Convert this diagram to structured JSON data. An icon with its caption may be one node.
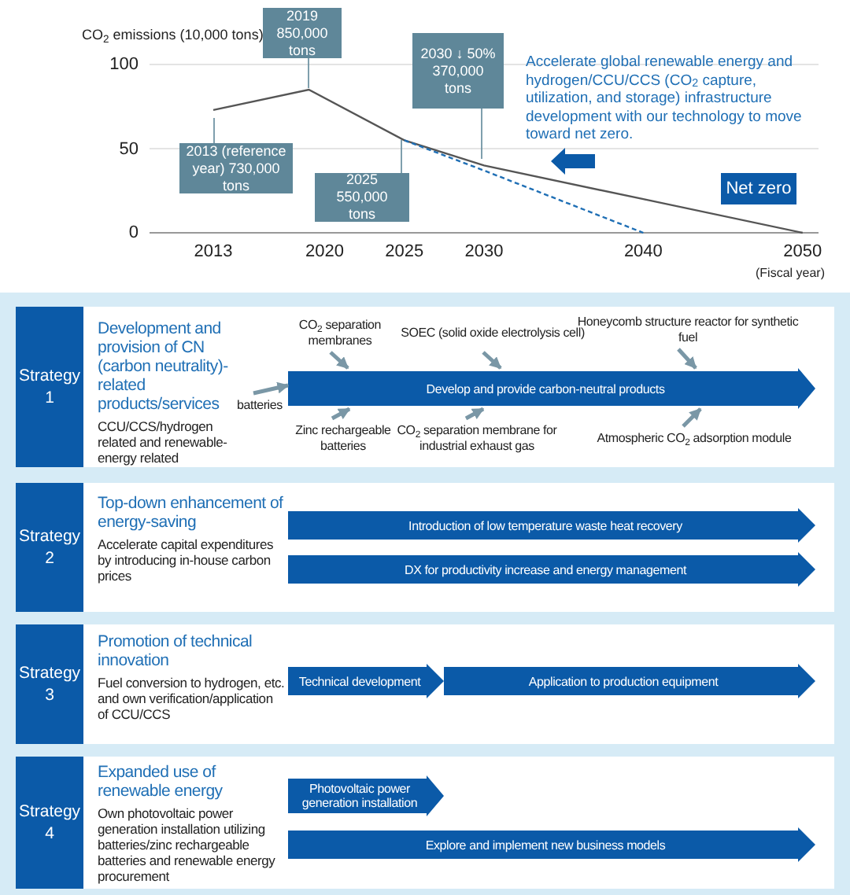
{
  "diagram": {
    "nodes": [
      {
        "text": [
          "2019 850,000 tons"
        ]
      },
      {
        "text": [
          "2030 ↓ 50% 370,000 tons"
        ]
      },
      {
        "text": [
          "2013 (reference year) 730,000 tons"
        ]
      },
      {
        "text": [
          "2025 550,000 tons"
        ]
      },
      {
        "text": [
          "Net zero"
        ]
      },
      {
        "text": [],
        "shape": "box"
      },
      {
        "text": [
          "Strategy 1"
        ],
        "in": 5
      },
      {
        "text": [
          "Development and provision of CN (carbon neutrality)-related products/services",
          "CCU/CCS/hydrogen related and renewable-energy related"
        ],
        "in": 5
      },
      {
        "text": [
          "batteries"
        ],
        "in": 5
      },
      {
        "text": [
          "CO$_{2}$ separation membranes"
        ],
        "in": 5
      },
      {
        "text": [
          "SOEC (solid oxide electrolysis cell)"
        ],
        "in": 5
      },
      {
        "text": [
          "Honeycomb structure reactor for synthetic fuel"
        ],
        "in": 5
      },
      {
        "text": [
          "Develop and provide carbon-neutral products"
        ],
        "in": 5
      },
      {
        "text": [
          "Zinc rechargeable batteries"
        ],
        "in": 5
      },
      {
        "text": [
          "CO$_{2}$ separation membrane for industrial exhaust gas"
        ],
        "in": 5
      },
      {
        "text": [
          "Atmospheric CO$_{2}$ adsorption module"
        ],
        "in": 5
      },
      {
        "text": [],
        "shape": "box"
      },
      {
        "text": [
          "Strategy 2"
        ],
        "in": 16
      },
      {
        "text": [
          "Top-down enhancement of energy-saving",
          "Accelerate capital expenditures by introducing in-house carbon prices"
        ],
        "in": 16
      },
      {
        "text": [
          "Introduction of low temperature waste heat recovery"
        ],
        "in": 16
      },
      {
        "text": [
          "DX for productivity increase and energy management"
        ],
        "in": 16
      },
      {
        "text": [],
        "shape": "box"
      },
      {
        "text": [
          "Strategy 3"
        ],
        "in": 21
      },
      {
        "text": [
          "Promotion of technical innovation",
          "Fuel conversion to hydrogen, etc. and own verification/application of CCU/CCS"
        ],
        "in": 21
      },
      {
        "text": [
          "Technical development"
        ],
        "in": 21
      },
      {
        "text": [
          "Application to production equipment"
        ],
        "in": 21
      },
      {
        "text": [],
        "shape": "box"
      },
      {
        "text": [
          "Strategy 4"
        ],
        "in": 26
      },
      {
        "text": [
          "Expanded use of renewable energy",
          "Own photovoltaic power generation installation utilizing batteries/zinc rechargeable batteries and renewable energy procurement"
        ],
        "in": 26
      },
      {
        "text": [
          "Photovoltaic power generation installation"
        ],
        "in": 26
      },
      {
        "text": [
          "Explore and implement new business models"
        ],
        "in": 26
      }
    ],
    "edges": [
      {
        "from": 0,
        "to": null,
        "arrow": "none"
      },
      {
        "from": 1,
        "to": null,
        "arrow": "none"
      },
      {
        "from": 2,
        "to": null,
        "arrow": "none"
      },
      {
        "from": 3,
        "to": null,
        "arrow": "none"
      },
      {
        "from": 8,
        "to": 12,
        "arrow": "to"
      },
      {
        "from": 9,
        "to": 12,
        "arrow": "to"
      },
      {
        "from": 10,
        "to": 12,
        "arrow": "to"
      },
      {
        "from": 11,
        "to": 12,
        "arrow": "to"
      },
      {
        "from": 13,
        "to": 12,
        "arrow": "to"
      },
      {
        "from": 14,
        "to": 12,
        "arrow": "to"
      },
      {
        "from": 15,
        "to": 12,
        "arrow": "to"
      }
    ],
    "labels": [
      "Accelerate global renewable energy and hydrogen/CCU/CCS (CO$_{2}$ capture, utilization, and storage) infrastructure development with our technology to move toward net zero."
    ],
    "chart_data": {
      "type": "line",
      "ylabel": "CO$_{2}$ emissions (10,000 tons)",
      "xlabel": "(Fiscal year)",
      "x": [
        2013,
        2019,
        2025,
        2030,
        2040,
        2050
      ],
      "series": [
        {
          "color": "#555555",
          "values": [
            73,
            85,
            55,
            40,
            20,
            0
          ]
        },
        {
          "color": "#1f6fb5",
          "line_style": "dashed",
          "values": [
            null,
            null,
            55,
            37,
            0,
            null
          ]
        }
      ],
      "xlim": [
        2009,
        2051
      ],
      "ylim": [
        0,
        100
      ],
      "yticks": [
        0,
        50,
        100
      ],
      "xticks": [
        2013,
        2020,
        2025,
        2030,
        2040,
        2050
      ]
    }
  }
}
